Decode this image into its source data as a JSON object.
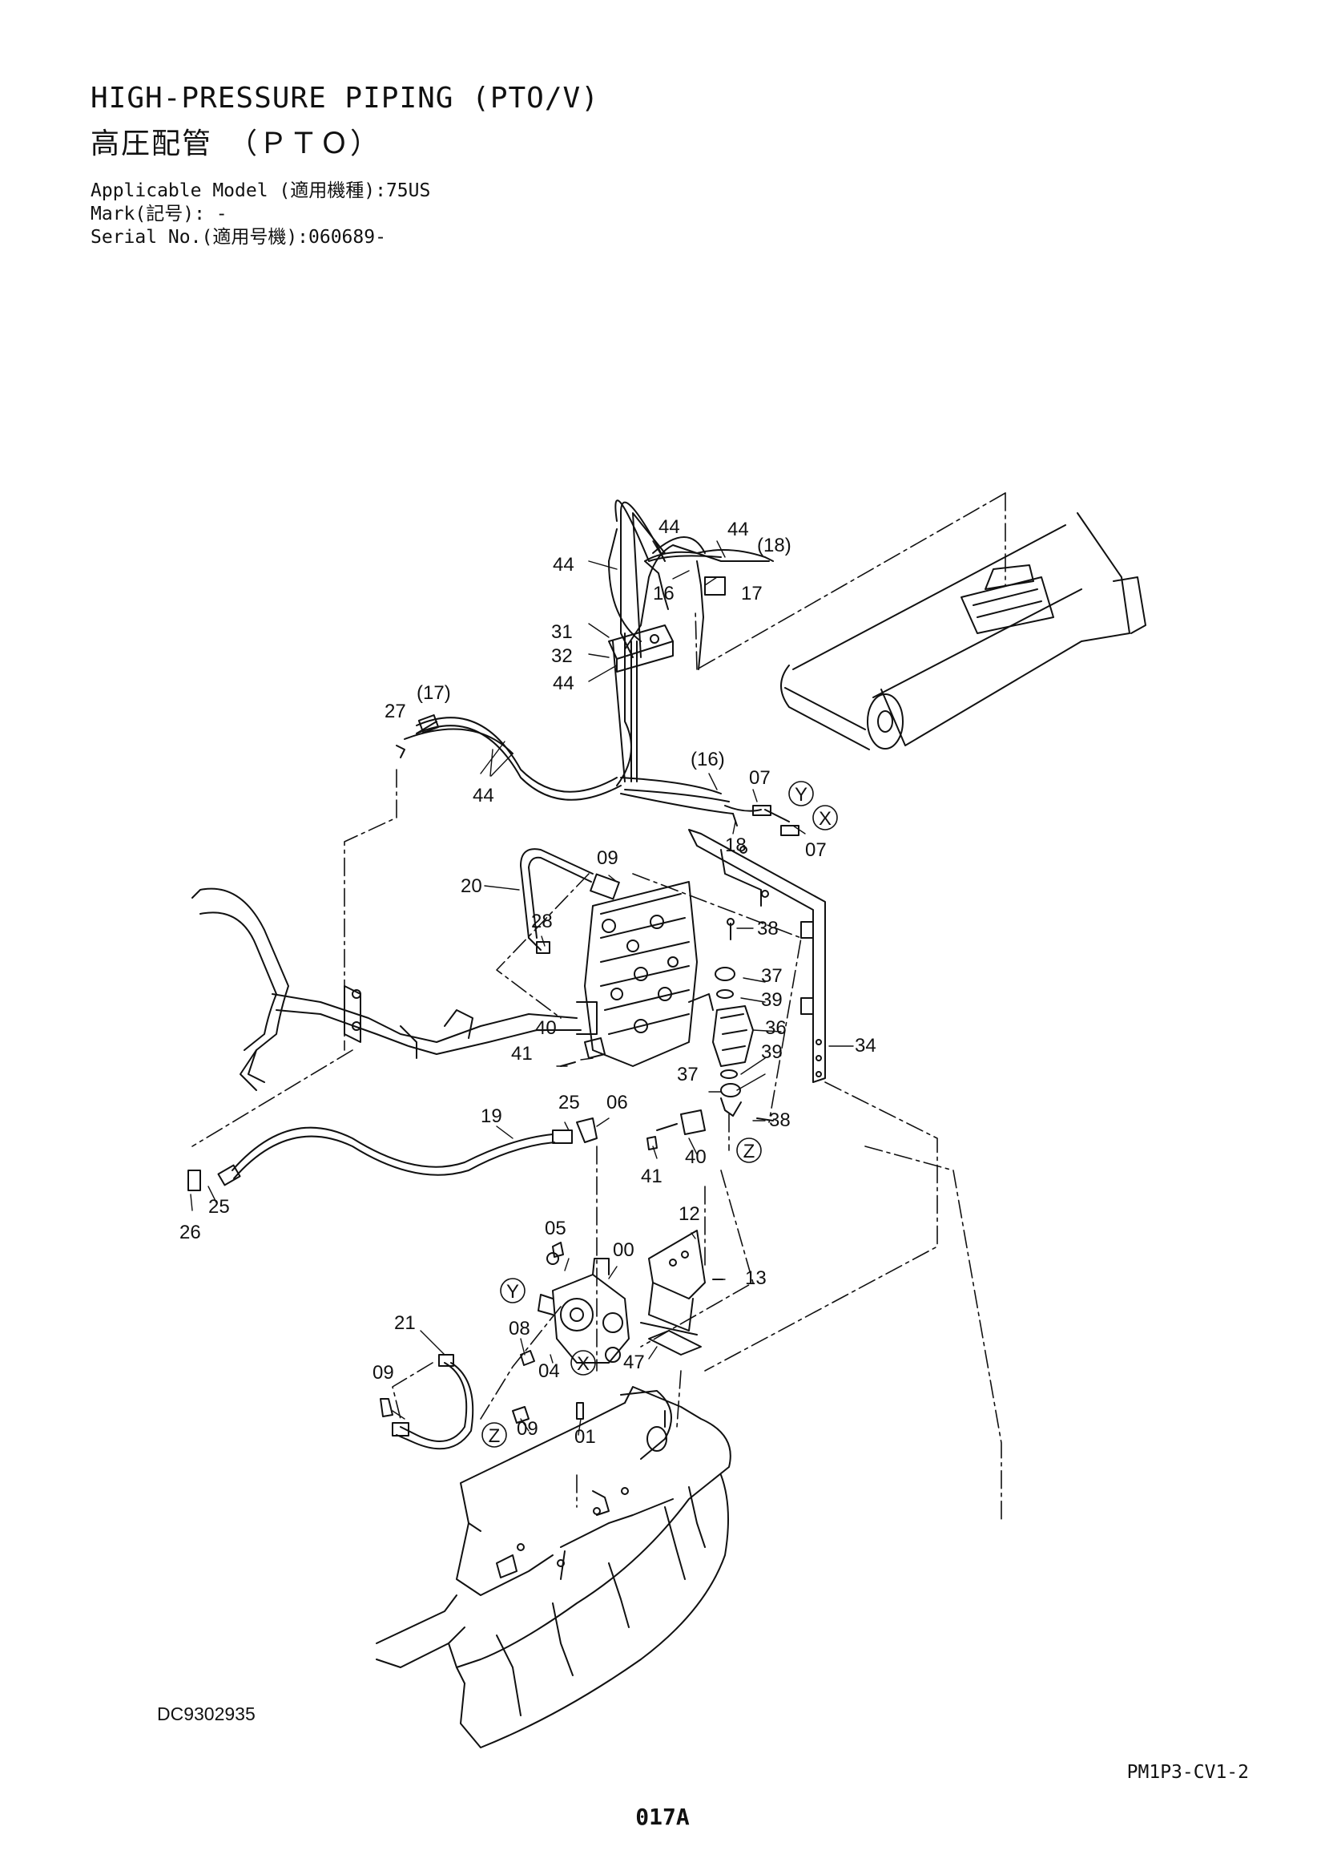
{
  "header": {
    "title_en": "HIGH-PRESSURE PIPING (PTO/V)",
    "title_jp": "高圧配管　（ＰＴＯ）",
    "applicable_model": "Applicable Model (適用機種):75US",
    "mark": "Mark(記号): -",
    "serial_no": "Serial No.(適用号機):060689-"
  },
  "callouts": {
    "c44a": "44",
    "c44b": "44",
    "c18p": "(18)",
    "c44c": "44",
    "c16a": "16",
    "c17a": "17",
    "c31": "31",
    "c32": "32",
    "c44d": "44",
    "c27": "27",
    "c17p": "(17)",
    "c44e": "44",
    "c16p": "(16)",
    "c07a": "07",
    "c18": "18",
    "c07b": "07",
    "c20": "20",
    "c09a": "09",
    "c28": "28",
    "c38a": "38",
    "c37a": "37",
    "c39a": "39",
    "c36": "36",
    "c34": "34",
    "c40a": "40",
    "c41a": "41",
    "c39b": "39",
    "c37b": "37",
    "c19": "19",
    "c25a": "25",
    "c06": "06",
    "c38b": "38",
    "c41b": "41",
    "c40b": "40",
    "c26": "26",
    "c25b": "25",
    "c12": "12",
    "c05": "05",
    "c00": "00",
    "c13": "13",
    "c21": "21",
    "c08": "08",
    "c04": "04",
    "c47": "47",
    "c09b": "09",
    "c09c": "09",
    "c01": "01"
  },
  "ports": {
    "y1": "Y",
    "x1": "X",
    "z1": "Z",
    "y2": "Y",
    "x2": "X",
    "z2": "Z"
  },
  "footer": {
    "drawing_no": "DC9302935",
    "sheet_code": "PM1P3-CV1-2",
    "page_no": "017A"
  }
}
